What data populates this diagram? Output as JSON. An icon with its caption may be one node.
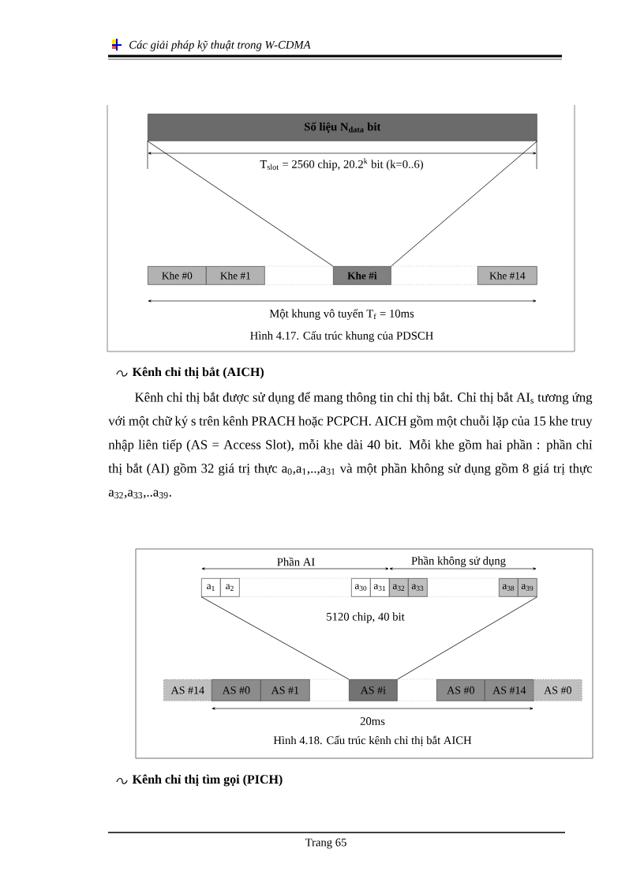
{
  "diagram": {
    "title": "Các giải pháp kỹ thuật trong W-CDMA",
    "nodes": [
      {
        "text": [
          "Số liệu N$_{data}$ bit"
        ]
      },
      {
        "text": [
          "Khe #0"
        ]
      },
      {
        "text": [
          "Khe #1"
        ]
      },
      {
        "text": [],
        "shape": "box"
      },
      {
        "text": [
          "Khe #i"
        ]
      },
      {
        "text": [],
        "shape": "box"
      },
      {
        "text": [
          "Khe #14"
        ]
      },
      {
        "text": [
          "a$_{1}$"
        ]
      },
      {
        "text": [
          "a$_{2}$"
        ]
      },
      {
        "text": [],
        "shape": "box"
      },
      {
        "text": [
          "a$_{30}$"
        ]
      },
      {
        "text": [
          "a$_{31}$"
        ]
      },
      {
        "text": [
          "a$_{32}$"
        ]
      },
      {
        "text": [
          "a$_{33}$"
        ]
      },
      {
        "text": [],
        "shape": "box"
      },
      {
        "text": [
          "a$_{38}$"
        ]
      },
      {
        "text": [
          "a$_{39}$"
        ]
      },
      {
        "text": [
          "AS #14"
        ]
      },
      {
        "text": [
          "AS #0"
        ]
      },
      {
        "text": [
          "AS #1"
        ]
      },
      {
        "text": [],
        "shape": "box"
      },
      {
        "text": [
          "AS #i"
        ]
      },
      {
        "text": [],
        "shape": "box"
      },
      {
        "text": [
          "AS #0"
        ]
      },
      {
        "text": [
          "AS #14"
        ]
      },
      {
        "text": [
          "AS #0"
        ]
      }
    ],
    "edges": [
      {
        "from": 0,
        "to": 4,
        "arrow": "none"
      },
      {
        "from": 0,
        "to": 4,
        "arrow": "none"
      },
      {
        "from": 7,
        "to": 21,
        "arrow": "none"
      },
      {
        "from": 16,
        "to": 21,
        "arrow": "none"
      }
    ],
    "labels": [
      "T$_{slot}$ = 2560 chip, 20.2$^{k}$ bit (k=0..6)",
      "Một khung vô tuyến T$_{f}$ = 10ms",
      "Hình 4.17. Cấu trúc khung của PDSCH",
      "Kênh chỉ thị bắt (AICH)",
      "Kênh chỉ thị bắt được sử dụng để mang thông tin chỉ thị bắt. Chỉ thị bắt AI$_{s}$ tương ứng với một chữ ký s trên kênh PRACH hoặc PCPCH. AICH gồm một chuỗi lặp của 15 khe truy nhập liên tiếp (AS = Access Slot), mỗi khe dài 40 bit. Mỗi khe gồm hai phần : phần chỉ thị bắt (AI) gồm 32 giá trị thực a$_{0}$,a$_{1}$,..,a$_{31}$ và một phần không sử dụng gồm 8 giá trị thực a$_{32}$,a$_{33}$,..a$_{39}$.",
      "Phần AI",
      "Phần không sử dụng",
      "5120 chip, 40 bit",
      "20ms",
      "Hình 4.18. Cấu trúc kênh chỉ thị bắt AICH",
      "Kênh chỉ thị tìm gọi (PICH)",
      "Trang 65"
    ]
  }
}
